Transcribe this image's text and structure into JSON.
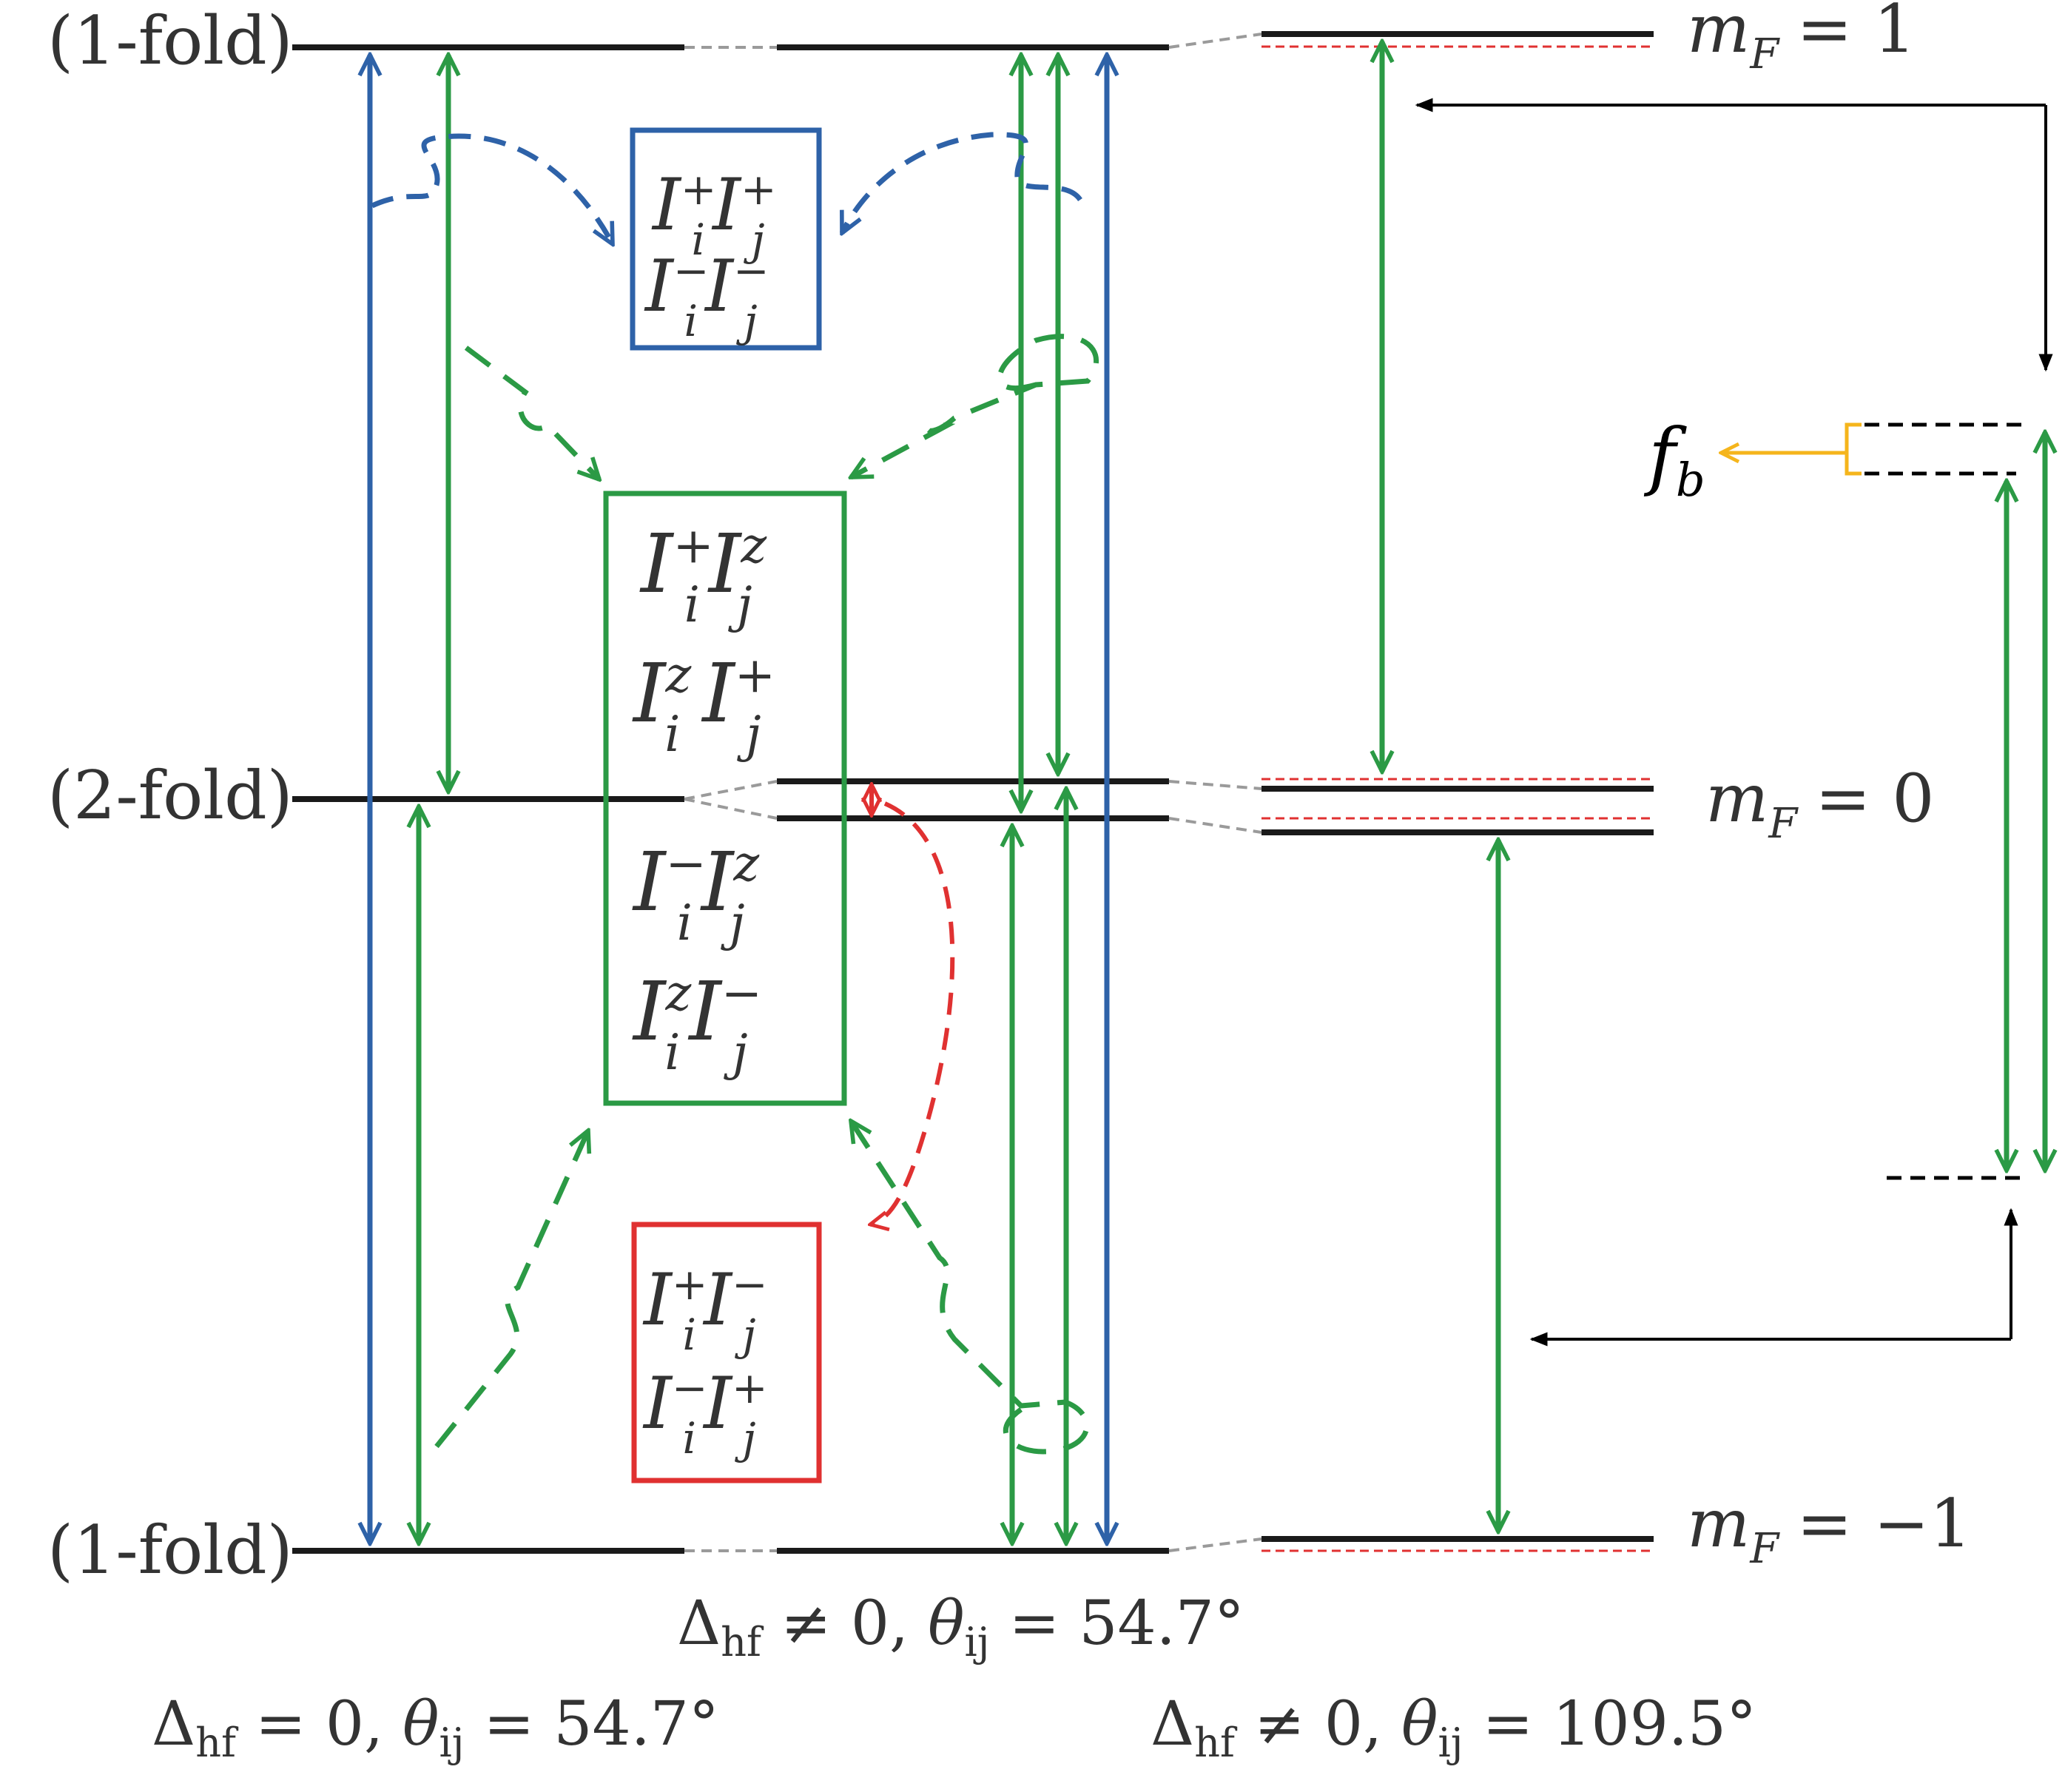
{
  "level_labels": {
    "top": "(1-fold)",
    "middle": "(2-fold)",
    "bottom": "(1-fold)"
  },
  "mf_labels": {
    "top": "m",
    "top_sub": "F",
    "top_rest": "= 1",
    "middle": "m",
    "middle_sub": "F",
    "middle_rest": "= 0",
    "bottom": "m",
    "bottom_sub": "F",
    "bottom_rest": "= −1"
  },
  "boxes": {
    "blue": {
      "line1": [
        "I",
        "+",
        "i",
        "I",
        "+",
        "j"
      ],
      "line2": [
        "I",
        "−",
        "i",
        "I",
        "−",
        "j"
      ]
    },
    "green": {
      "line1": [
        "I",
        "+",
        "i",
        "I",
        "z",
        "j"
      ],
      "line2": [
        "I",
        "z",
        "i",
        "I",
        "+",
        "j"
      ],
      "line3": [
        "I",
        "−",
        "i",
        "I",
        "z",
        "j"
      ],
      "line4": [
        "I",
        "z",
        "i",
        "I",
        "−",
        "j"
      ]
    },
    "red": {
      "line1": [
        "I",
        "+",
        "i",
        "I",
        "−",
        "j"
      ],
      "line2": [
        "I",
        "−",
        "i",
        "I",
        "+",
        "j"
      ]
    }
  },
  "captions": {
    "left": {
      "delta": "Δ",
      "sub": "hf",
      "rest": " = 0, ",
      "theta": "θ",
      "theta_sub": "ij",
      "value": " = 54.7°"
    },
    "middle": {
      "delta": "Δ",
      "sub": "hf",
      "rest": " ≠ 0, ",
      "theta": "θ",
      "theta_sub": "ij",
      "value": " = 54.7°"
    },
    "right": {
      "delta": "Δ",
      "sub": "hf",
      "rest": " ≠ 0, ",
      "theta": "θ",
      "theta_sub": "ij",
      "value": " = 109.5°"
    }
  },
  "fb_label": {
    "f": "f",
    "sub": "b"
  },
  "colors": {
    "level": "#1a1a1a",
    "blue": "#2e62a8",
    "green": "#2b9a45",
    "red": "#e03131",
    "orange": "#f5b51c",
    "gray": "#9a9a9a",
    "black": "#000000"
  }
}
